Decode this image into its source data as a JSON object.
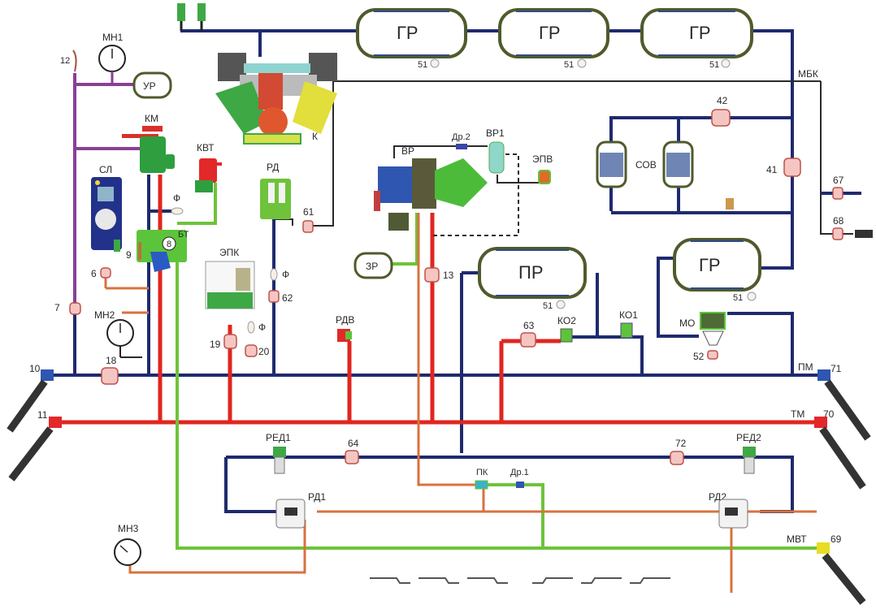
{
  "diagram": {
    "title_labels": {
      "main_tanks": "ГР",
      "aux_tank": "ПР",
      "equalizing_tank": "УР",
      "spare_tank": "ЗР",
      "compressor": "К",
      "driver_valve": "КМ",
      "aux_brake_valve": "КВТ",
      "speedometer": "СЛ",
      "brake_unit": "БТ",
      "brake_unit_num": "8",
      "epk": "ЭПК",
      "pressure_regulator": "РД",
      "air_distributor": "ВР",
      "air_distributor_1": "ВР1",
      "choke_2": "Др.2",
      "choke_1": "Др.1",
      "epv": "ЭПВ",
      "rdv": "РДВ",
      "dryer": "СОВ",
      "oil_separator": "МО",
      "mbk": "МБК",
      "feed_line": "ПМ",
      "brake_line": "ТМ",
      "mvt": "МВТ",
      "switch_valve": "ПК",
      "red1": "РЕД1",
      "red2": "РЕД2",
      "rd1": "РД1",
      "rd2": "РД2",
      "ko1": "КО1",
      "ko2": "КО2",
      "filter": "Ф"
    },
    "gauges": {
      "mn1": "МН1",
      "mn2": "МН2",
      "mn3": "МН3"
    },
    "numbers": {
      "n6": "6",
      "n7": "7",
      "n9": "9",
      "n10": "10",
      "n11": "11",
      "n12": "12",
      "n13": "13",
      "n18": "18",
      "n19": "19",
      "n20": "20",
      "n41": "41",
      "n42": "42",
      "n51": "51",
      "n52": "52",
      "n61": "61",
      "n62": "62",
      "n63": "63",
      "n64": "64",
      "n67": "67",
      "n68": "68",
      "n69": "69",
      "n70": "70",
      "n71": "71",
      "n72": "72"
    },
    "line_colors": {
      "feed_line": "#1f2a6e",
      "brake_line": "#e0261f",
      "equalizing_line": "#8a3f96",
      "brake_cylinder_line": "#6ec33a",
      "control_line": "#d9713f",
      "signal_line": "#2a2a2a"
    }
  }
}
